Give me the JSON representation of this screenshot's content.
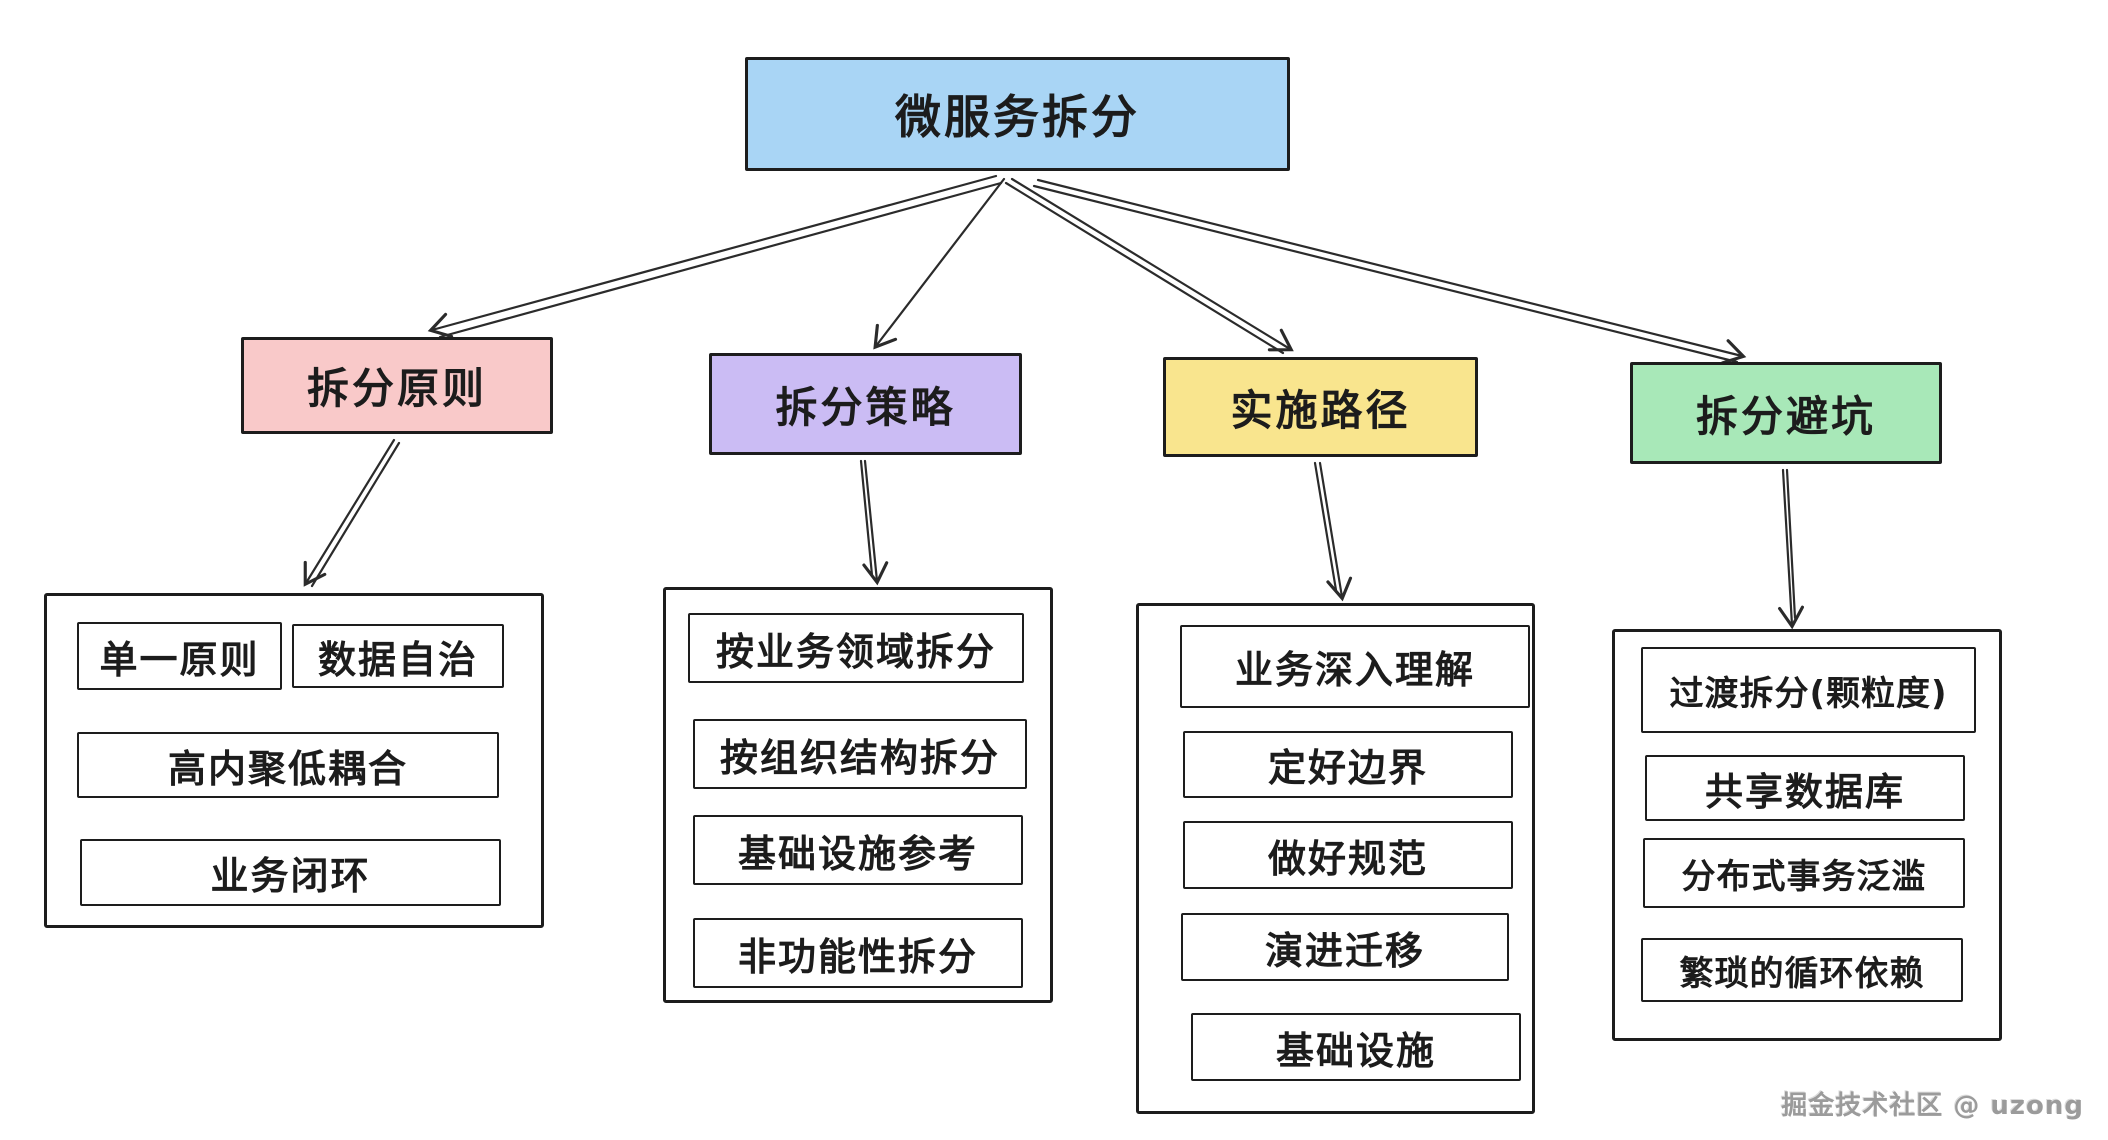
{
  "title": "微服务拆分",
  "root": {
    "label": "微服务拆分",
    "color": "#a9d5f5"
  },
  "branches": [
    {
      "label": "拆分原则",
      "color": "#f9c9c9",
      "children": [
        "单一原则",
        "数据自治",
        "高内聚低耦合",
        "业务闭环"
      ]
    },
    {
      "label": "拆分策略",
      "color": "#cbbcf4",
      "children": [
        "按业务领域拆分",
        "按组织结构拆分",
        "基础设施参考",
        "非功能性拆分"
      ]
    },
    {
      "label": "实施路径",
      "color": "#f9e58e",
      "children": [
        "业务深入理解",
        "定好边界",
        "做好规范",
        "演进迁移",
        "基础设施"
      ]
    },
    {
      "label": "拆分避坑",
      "color": "#a8e8b8",
      "children": [
        "过渡拆分(颗粒度)",
        "共享数据库",
        "分布式事务泛滥",
        "繁琐的循环依赖"
      ]
    }
  ],
  "watermark": "掘金技术社区 @ uzong",
  "line_color": "#2b2b2b"
}
